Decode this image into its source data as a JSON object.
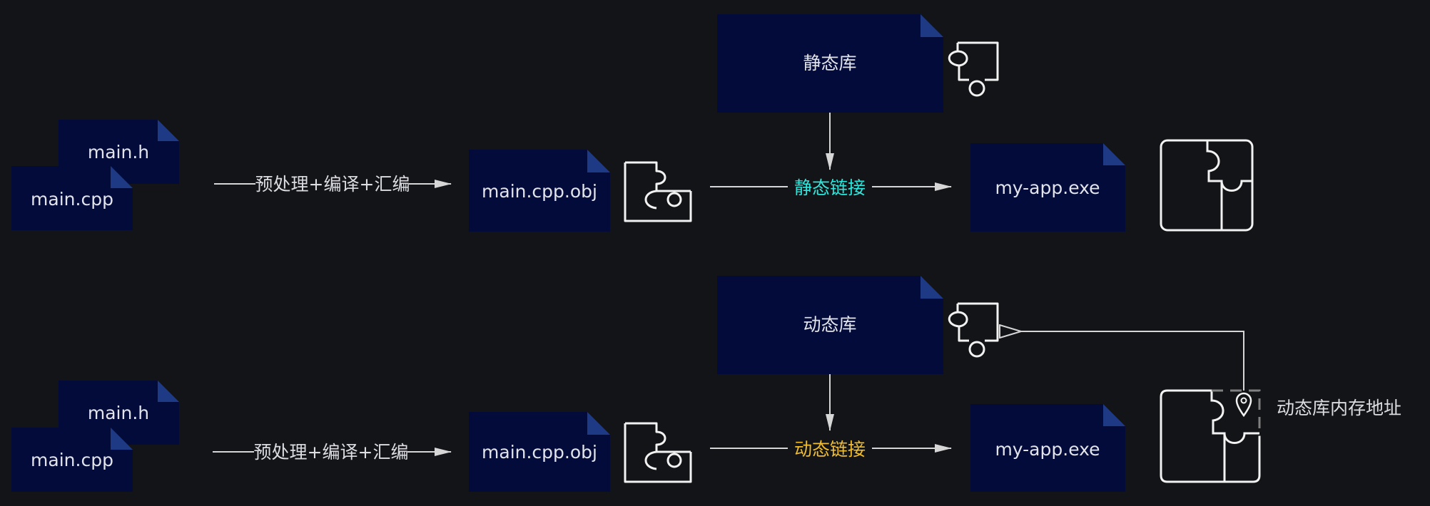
{
  "colors": {
    "background": "#131417",
    "doc_fill": "#020b3a",
    "doc_fold": "#1e3a84",
    "arrow": "#d6d6d6",
    "icon_stroke": "#f2f2f2",
    "static_link_label": "#2ee6dc",
    "dynamic_link_label": "#f0bd2e",
    "address_marker": "#808080"
  },
  "top_row": {
    "header_file": "main.h",
    "source_file": "main.cpp",
    "compile_step": "预处理+编译+汇编",
    "object_file": "main.cpp.obj",
    "library": "静态库",
    "link_step": "静态链接",
    "output_file": "my-app.exe"
  },
  "bottom_row": {
    "header_file": "main.h",
    "source_file": "main.cpp",
    "compile_step": "预处理+编译+汇编",
    "object_file": "main.cpp.obj",
    "library": "动态库",
    "link_step": "动态链接",
    "output_file": "my-app.exe",
    "address_label": "动态库内存地址"
  },
  "icons": {
    "object_piece": "puzzle-piece-icon",
    "library_piece": "puzzle-piece-icon",
    "executable": "puzzle-assembled-icon",
    "address": "location-pin-icon"
  }
}
